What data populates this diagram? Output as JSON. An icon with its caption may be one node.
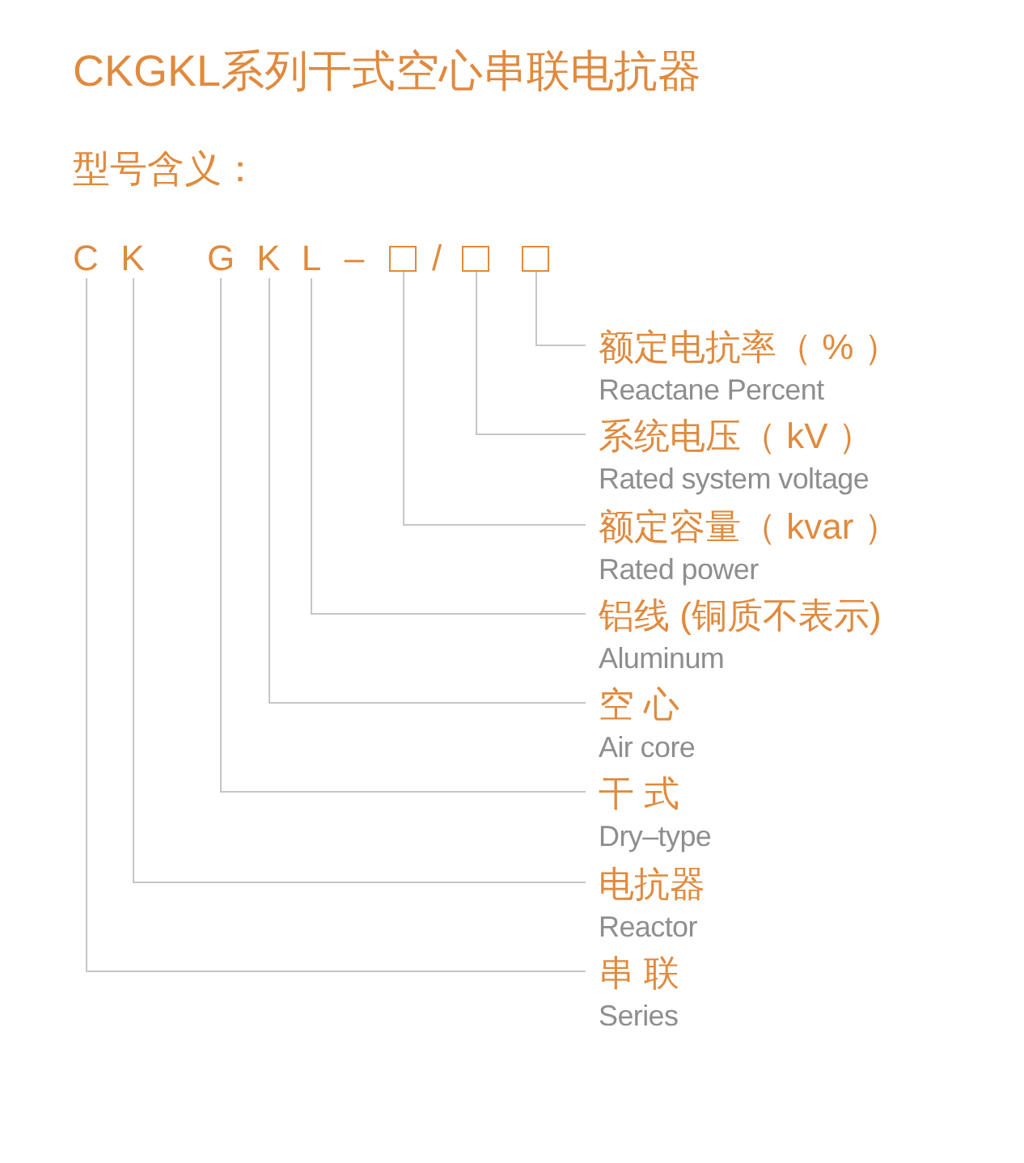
{
  "diagram": {
    "title": "CKGKL系列干式空心串联电抗器",
    "nodes": [
      {
        "text": [
          "C"
        ]
      },
      {
        "text": [
          "K"
        ]
      },
      {
        "text": [
          "G"
        ]
      },
      {
        "text": [
          "K"
        ]
      },
      {
        "text": [
          "L"
        ]
      },
      {
        "text": [],
        "shape": "box"
      },
      {
        "text": [],
        "shape": "box"
      },
      {
        "text": [],
        "shape": "box"
      },
      {
        "text": [
          "额定电抗率（ % ）",
          "Reactane Percent"
        ]
      },
      {
        "text": [
          "系统电压（ kV ）",
          "Rated system voltage"
        ]
      },
      {
        "text": [
          "额定容量（ kvar ）",
          "Rated power"
        ]
      },
      {
        "text": [
          "铝线 (铜质不表示)",
          "Aluminum"
        ]
      },
      {
        "text": [
          "空 心",
          "Air core"
        ]
      },
      {
        "text": [
          "干 式",
          "Dry–type"
        ]
      },
      {
        "text": [
          "电抗器",
          "Reactor"
        ]
      },
      {
        "text": [
          "串 联",
          "Series"
        ]
      }
    ],
    "edges": [
      {
        "from": 0,
        "to": 15,
        "arrow": "none"
      },
      {
        "from": 1,
        "to": 14,
        "arrow": "none"
      },
      {
        "from": 2,
        "to": 13,
        "arrow": "none"
      },
      {
        "from": 3,
        "to": 12,
        "arrow": "none"
      },
      {
        "from": 4,
        "to": 11,
        "arrow": "none"
      },
      {
        "from": 5,
        "to": 10,
        "arrow": "none"
      },
      {
        "from": 6,
        "to": 9,
        "arrow": "none"
      },
      {
        "from": 7,
        "to": 8,
        "arrow": "none"
      }
    ],
    "labels": [
      "型号含义：",
      "–",
      "/"
    ]
  }
}
